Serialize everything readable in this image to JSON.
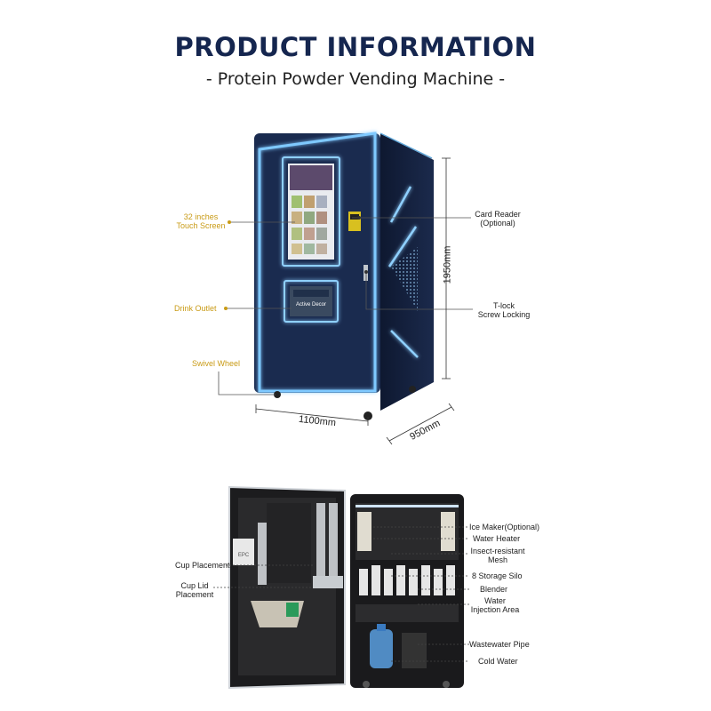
{
  "header": {
    "title": "PRODUCT INFORMATION",
    "subtitle": "- Protein Powder Vending Machine -"
  },
  "exterior": {
    "screen_brand": "Active Decor",
    "labels": {
      "touch_screen_line1": "32 inches",
      "touch_screen_line2": "Touch Screen",
      "drink_outlet": "Drink Outlet",
      "swivel_wheel": "Swivel Wheel",
      "card_reader_line1": "Card Reader",
      "card_reader_line2": "(Optional)",
      "tlock_line1": "T-lock",
      "tlock_line2": "Screw Locking"
    },
    "dimensions": {
      "height": "1950mm",
      "width": "1100mm",
      "depth": "950mm"
    }
  },
  "interior": {
    "door_sticker": "EPC",
    "labels_left": {
      "cup_placement": "Cup Placement",
      "cup_lid_line1": "Cup Lid",
      "cup_lid_line2": "Placement"
    },
    "labels_right": {
      "ice_maker": "Ice Maker(Optional)",
      "water_heater": "Water Heater",
      "insect_line1": "Insect-resistant",
      "insect_line2": "Mesh",
      "storage_silo": "8 Storage Silo",
      "blender": "Blender",
      "water_injection_line1": "Water",
      "water_injection_line2": "Injection Area",
      "wastewater_pipe": "Wastewater Pipe",
      "cold_water": "Cold Water"
    }
  },
  "colors": {
    "title": "#15264f",
    "callout_gold": "#c99b16",
    "cabinet": "#18284a",
    "glow": "#7fc9ff"
  }
}
